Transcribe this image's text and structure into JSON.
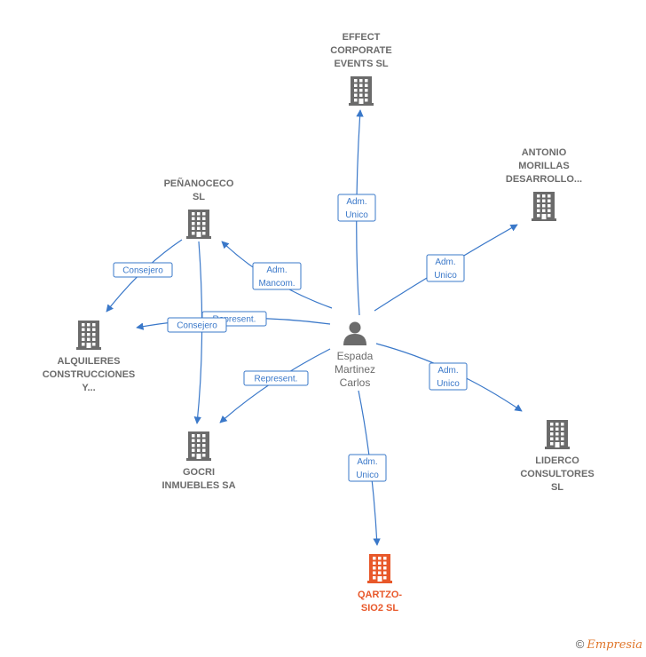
{
  "person": {
    "lines": [
      "Espada",
      "Martinez",
      "Carlos"
    ]
  },
  "companies": [
    {
      "id": "effect",
      "lines": [
        "EFFECT",
        "CORPORATE",
        "EVENTS SL"
      ],
      "color": "#6b6b6b"
    },
    {
      "id": "antonio",
      "lines": [
        "ANTONIO",
        "MORILLAS",
        "DESARROLLO..."
      ],
      "color": "#6b6b6b"
    },
    {
      "id": "penanoceco",
      "lines": [
        "PEÑANOCECO",
        "SL"
      ],
      "color": "#6b6b6b"
    },
    {
      "id": "alquileres",
      "lines": [
        "ALQUILERES",
        "CONSTRUCCIONES",
        "Y..."
      ],
      "color": "#6b6b6b"
    },
    {
      "id": "gocri",
      "lines": [
        "GOCRI",
        "INMUEBLES SA"
      ],
      "color": "#6b6b6b"
    },
    {
      "id": "liderco",
      "lines": [
        "LIDERCO",
        "CONSULTORES",
        "SL"
      ],
      "color": "#6b6b6b"
    },
    {
      "id": "qartzo",
      "lines": [
        "QARTZO-",
        "SIO2  SL"
      ],
      "color": "#e8582a"
    }
  ],
  "edges": [
    {
      "from": "person",
      "to": "effect",
      "lines": [
        "Adm.",
        "Unico"
      ]
    },
    {
      "from": "person",
      "to": "antonio",
      "lines": [
        "Adm.",
        "Unico"
      ]
    },
    {
      "from": "person",
      "to": "penanoceco",
      "lines": [
        "Adm.",
        "Mancom."
      ]
    },
    {
      "from": "person",
      "to": "alquileres",
      "lines": [
        "Represent."
      ]
    },
    {
      "from": "person",
      "to": "gocri",
      "lines": [
        "Represent."
      ]
    },
    {
      "from": "person",
      "to": "liderco",
      "lines": [
        "Adm.",
        "Unico"
      ]
    },
    {
      "from": "person",
      "to": "qartzo",
      "lines": [
        "Adm.",
        "Unico"
      ]
    },
    {
      "from": "penanoceco",
      "to": "alquileres",
      "lines": [
        "Consejero"
      ]
    },
    {
      "from": "penanoceco",
      "to": "gocri",
      "lines": [
        "Consejero"
      ]
    }
  ],
  "footer": {
    "copyright": "©",
    "brand": "Empresia"
  },
  "colors": {
    "edge": "#3a78c9",
    "building": "#6b6b6b",
    "highlight": "#e8582a"
  }
}
